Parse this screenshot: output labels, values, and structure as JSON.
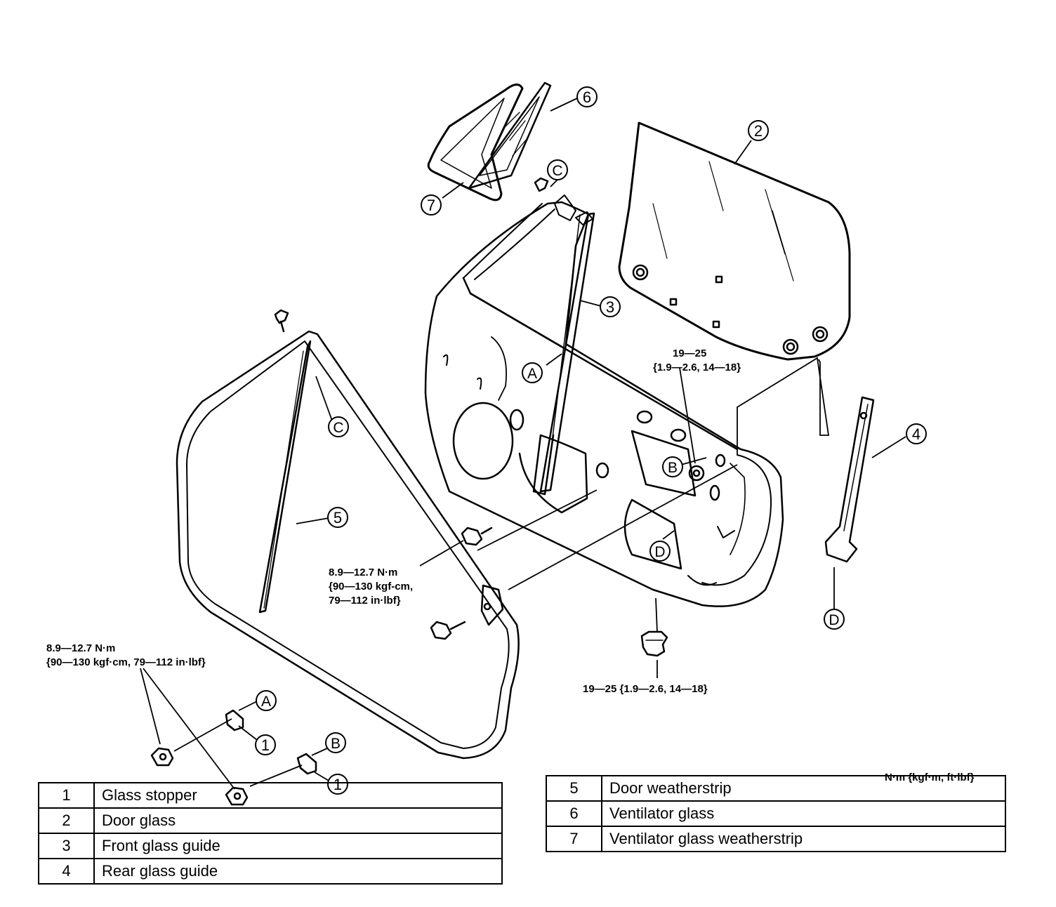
{
  "callouts": {
    "n1a": "1",
    "n1b": "1",
    "n2": "2",
    "n3": "3",
    "n4": "4",
    "n5": "5",
    "n6": "6",
    "n7": "7",
    "a_top": "A",
    "a_bottom": "A",
    "b_door": "B",
    "b_bottom": "B",
    "c_top": "C",
    "c_weather": "C",
    "d_door": "D",
    "d_guide": "D"
  },
  "torque": {
    "t_upper_right_line1": "19—25",
    "t_upper_right_line2": "{1.9—2.6, 14—18}",
    "t_center_line1": "8.9—12.7 N·m",
    "t_center_line2": "{90—130 kgf-cm,",
    "t_center_line3": "79—112 in·lbf}",
    "t_left_line1": "8.9—12.7 N·m",
    "t_left_line2": "{90—130 kgf·cm, 79—112 in·lbf}",
    "t_bottom": "19—25 {1.9—2.6, 14—18}",
    "units": "N·m {kgf·m, ft·lbf}"
  },
  "legend_left": [
    {
      "num": "1",
      "name": "Glass stopper"
    },
    {
      "num": "2",
      "name": "Door glass"
    },
    {
      "num": "3",
      "name": "Front glass guide"
    },
    {
      "num": "4",
      "name": "Rear glass guide"
    }
  ],
  "legend_right": [
    {
      "num": "5",
      "name": "Door weatherstrip"
    },
    {
      "num": "6",
      "name": "Ventilator glass"
    },
    {
      "num": "7",
      "name": "Ventilator glass weatherstrip"
    }
  ]
}
